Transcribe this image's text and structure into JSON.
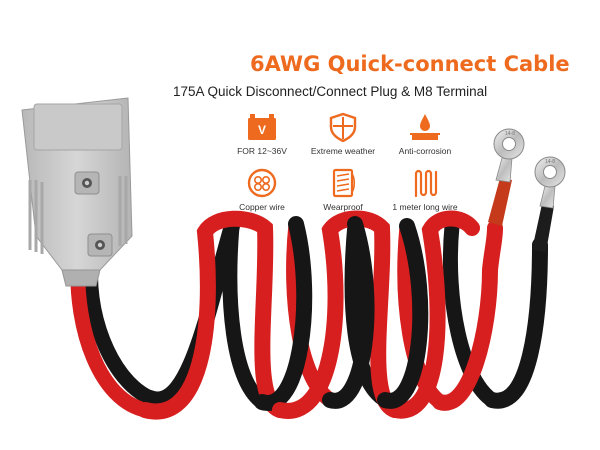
{
  "product": {
    "title": "6AWG Quick-connect Cable",
    "subtitle": "175A Quick Disconnect/Connect Plug & M8 Terminal"
  },
  "features": [
    {
      "label": "FOR 12~36V",
      "icon": "battery-icon"
    },
    {
      "label": "Extreme weather",
      "icon": "shield-icon"
    },
    {
      "label": "Anti-corrosion",
      "icon": "water-drop-icon"
    },
    {
      "label": "Copper wire",
      "icon": "copper-strands-icon"
    },
    {
      "label": "Wearproof",
      "icon": "wear-surface-icon"
    },
    {
      "label": "1 meter long wire",
      "icon": "coiled-wire-icon"
    }
  ],
  "battery_icon_text": "V",
  "terminal_stamp": "14-8",
  "colors": {
    "accent": "#ee6a1e",
    "cable_red": "#d81f1f",
    "cable_black": "#161616",
    "connector_gray": "#c8c8c8",
    "terminal_silver": "#cfcfcf"
  }
}
